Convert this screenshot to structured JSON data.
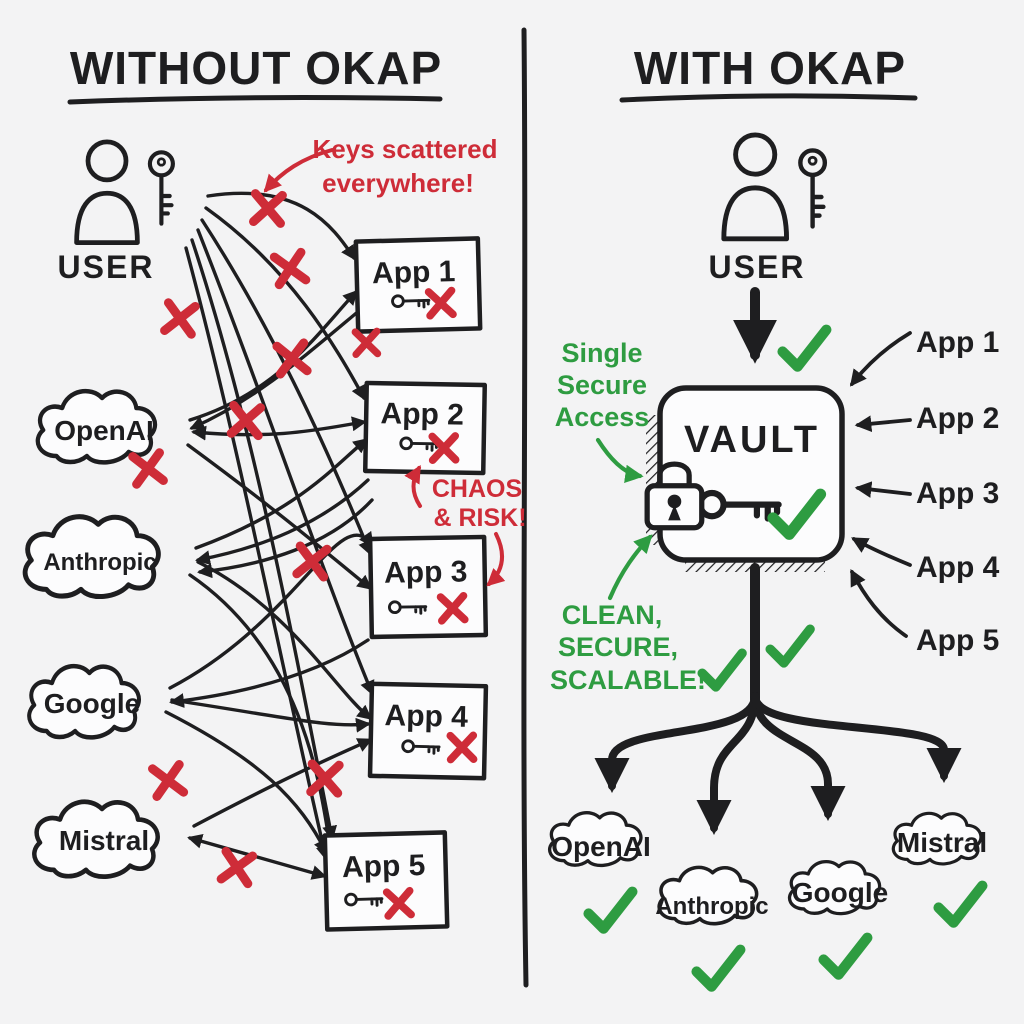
{
  "colors": {
    "ink": "#1e1e20",
    "red": "#ce2c38",
    "green": "#2e9c41",
    "paper": "#f3f3f4",
    "shape_fill": "#fcfcfd"
  },
  "left": {
    "title": "WITHOUT OKAP",
    "user_label": "USER",
    "providers": [
      "OpenAI",
      "Anthropic",
      "Google",
      "Mistral"
    ],
    "apps": [
      "App 1",
      "App 2",
      "App 3",
      "App 4",
      "App 5"
    ],
    "note_keys": [
      "Keys scattered",
      "everywhere!"
    ],
    "note_chaos": [
      "CHAOS",
      "& RISK!"
    ]
  },
  "right": {
    "title": "WITH OKAP",
    "user_label": "USER",
    "vault_label": "VAULT",
    "apps": [
      "App 1",
      "App 2",
      "App 3",
      "App 4",
      "App 5"
    ],
    "providers": [
      "OpenAI",
      "Anthropic",
      "Google",
      "Mistral"
    ],
    "note_single": [
      "Single",
      "Secure",
      "Access"
    ],
    "note_clean": [
      "CLEAN,",
      "SECURE,",
      "SCALABLE!"
    ]
  },
  "icons": {
    "x_mark": "✗",
    "check_mark": "✓",
    "key": "🔑",
    "padlock": "🔒",
    "user": "👤",
    "cloud": "☁"
  }
}
